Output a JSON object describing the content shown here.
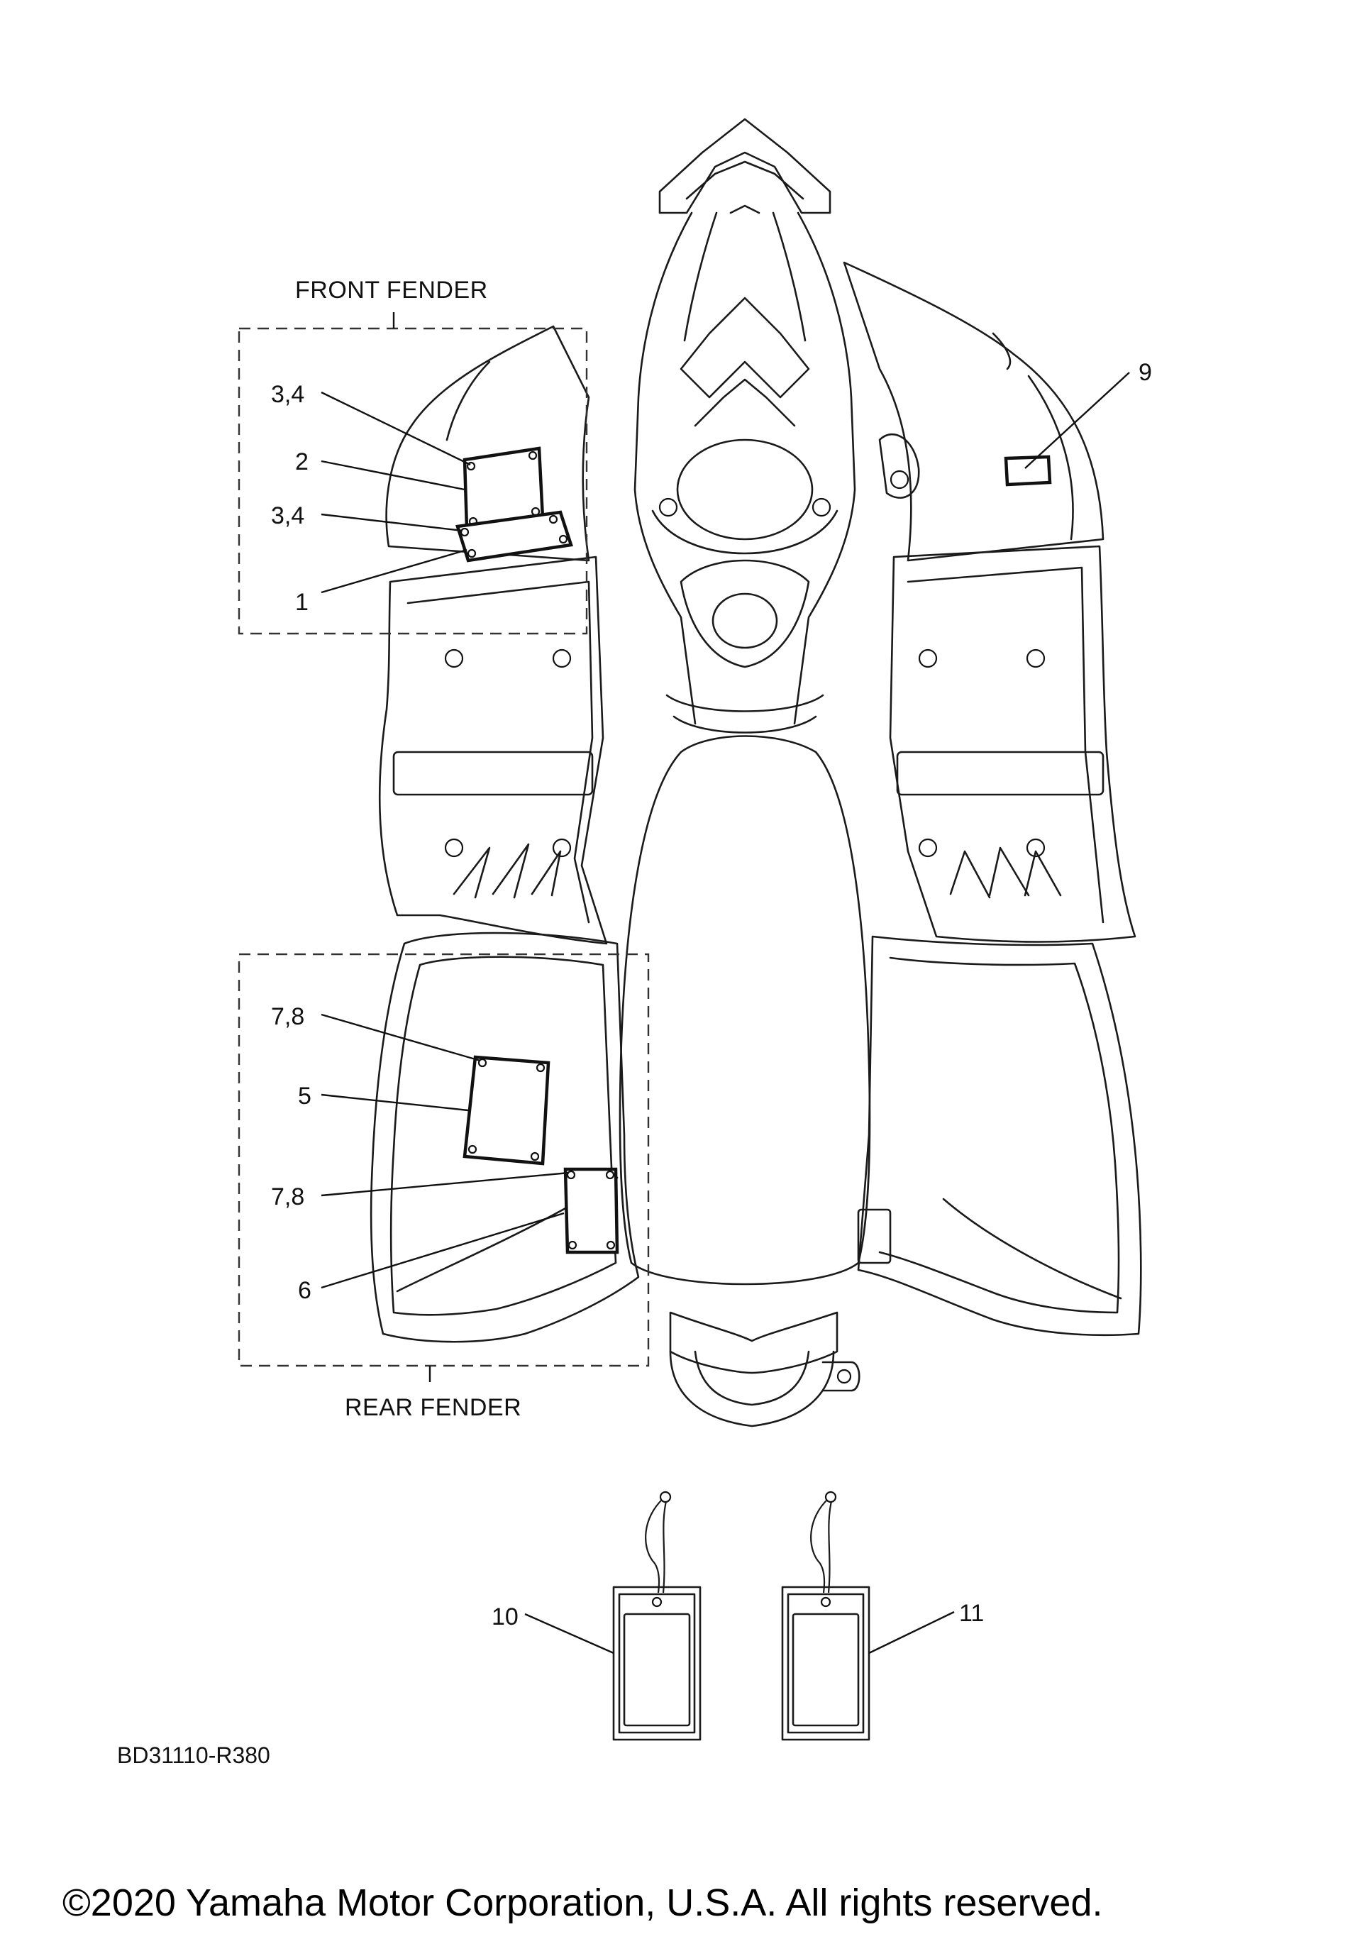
{
  "groups": {
    "front_fender": "FRONT FENDER",
    "rear_fender": "REAR FENDER"
  },
  "callouts": {
    "c1": "1",
    "c2": "2",
    "c34a": "3,4",
    "c34b": "3,4",
    "c5": "5",
    "c6": "6",
    "c78a": "7,8",
    "c78b": "7,8",
    "c9": "9",
    "c10": "10",
    "c11": "11"
  },
  "diagram_code": "BD31110-R380",
  "copyright": "©2020 Yamaha Motor Corporation, U.S.A. All rights reserved."
}
